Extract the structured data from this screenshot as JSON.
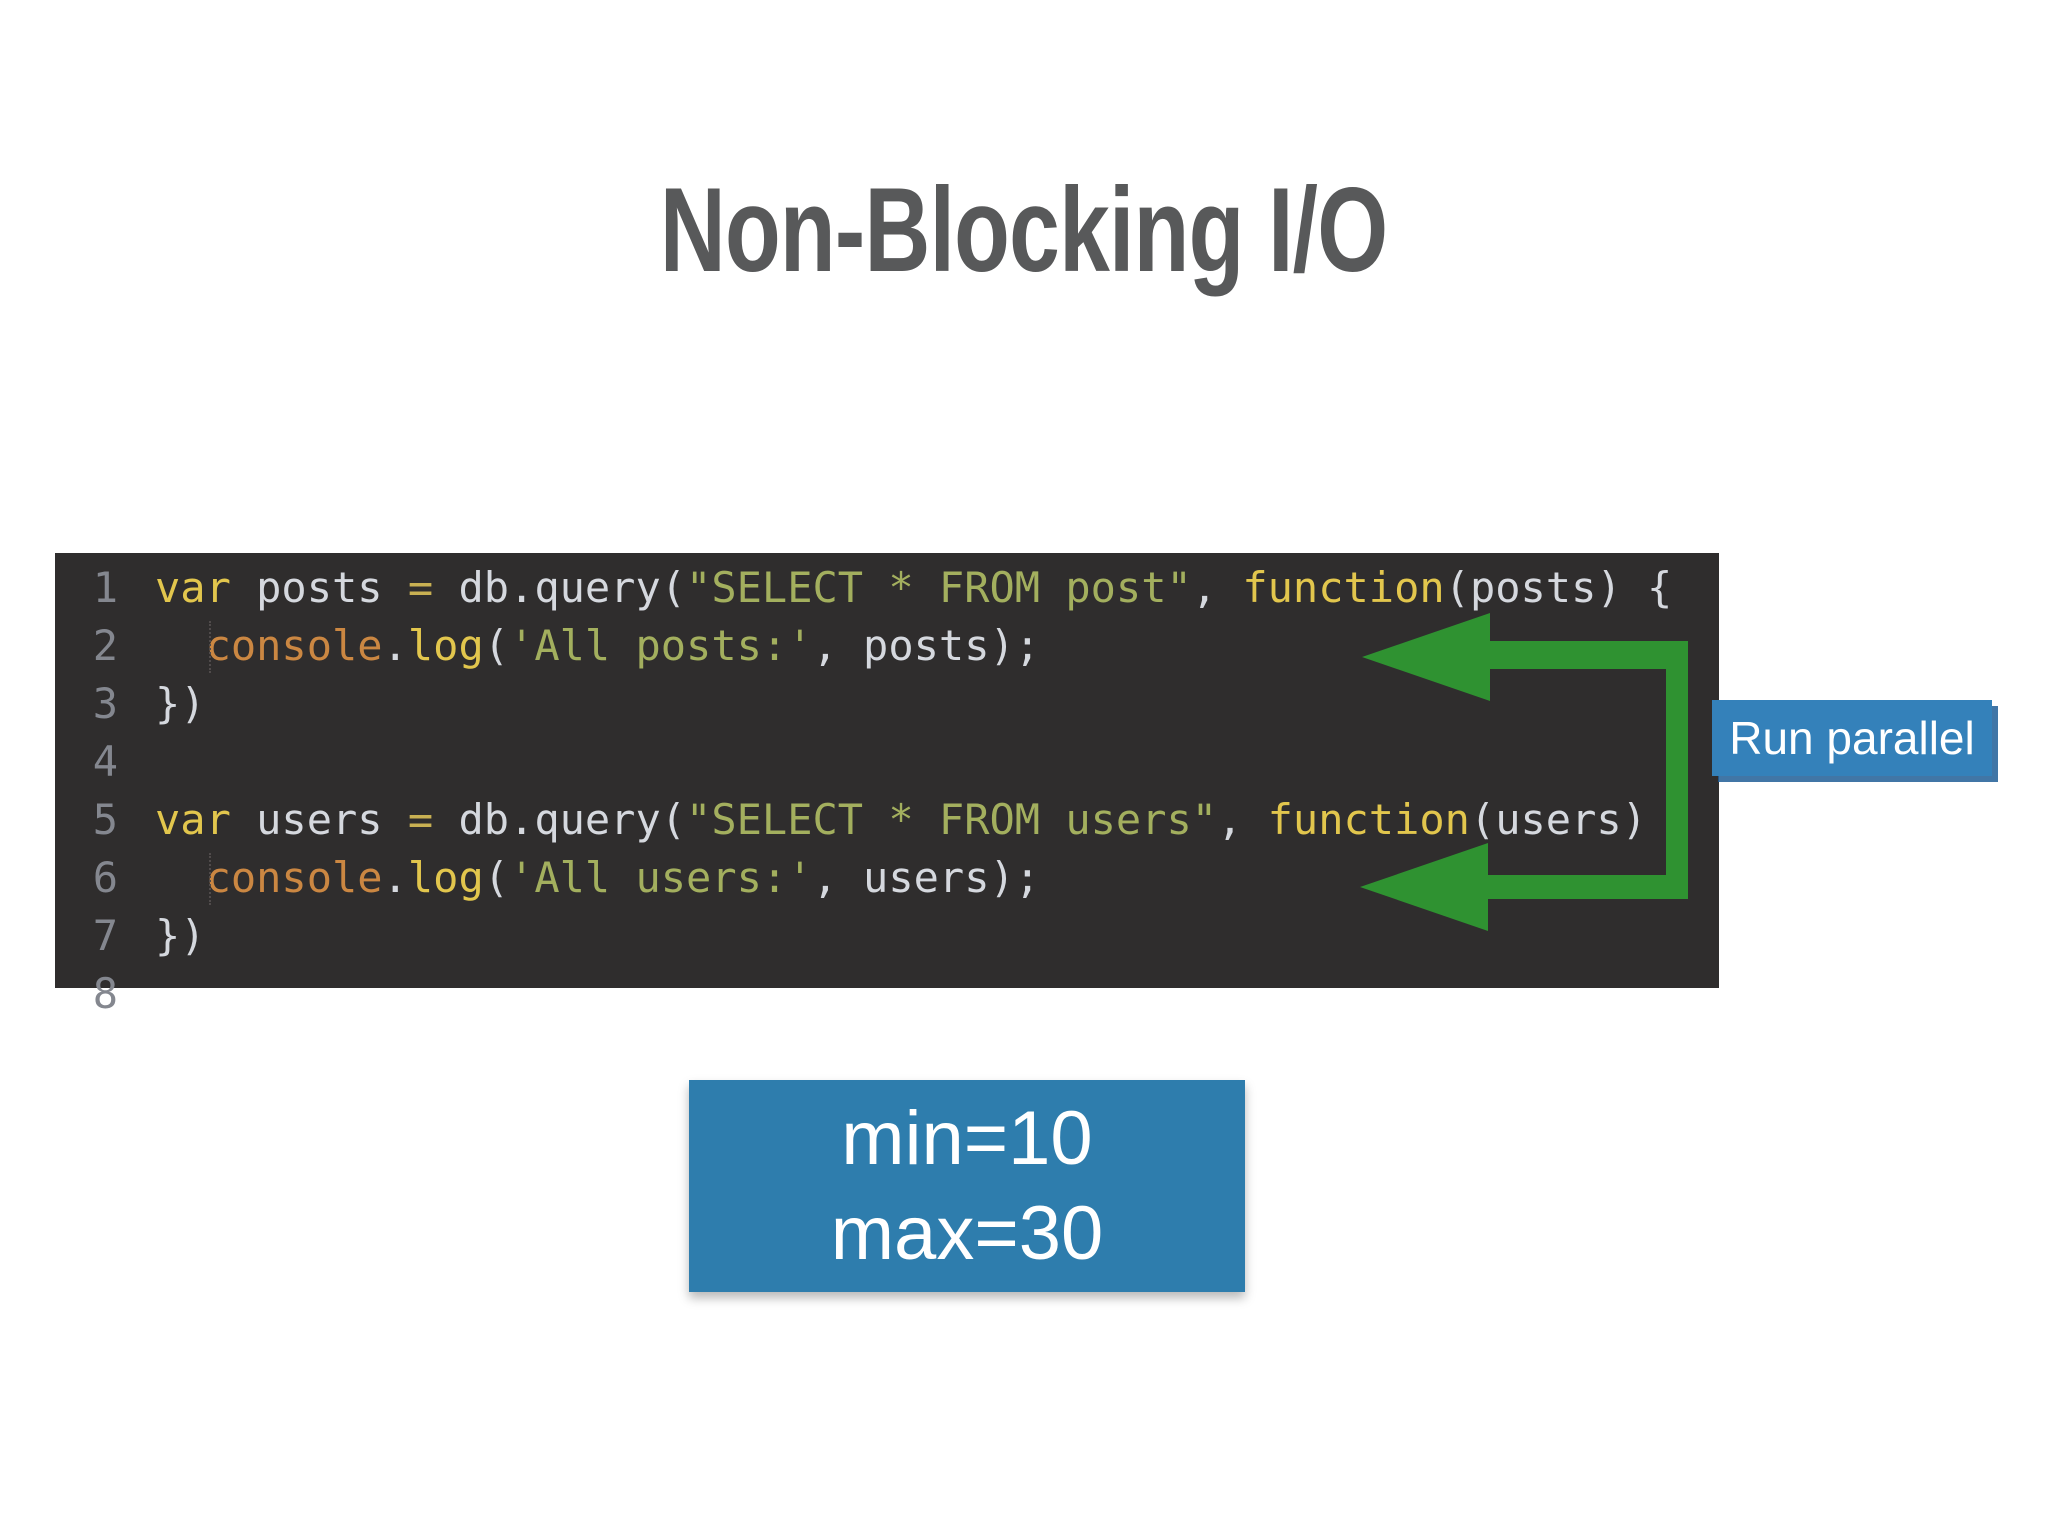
{
  "title": "Non-Blocking I/O",
  "annotations": {
    "run_parallel": "Run parallel",
    "minmax_line1": "min=10",
    "minmax_line2": "max=30"
  },
  "colors": {
    "title": "#58595a",
    "codebg": "#2f2d2d",
    "gutter": "#84878f",
    "kw": "#e2c64d",
    "id": "#d5d8de",
    "op": "#c8b052",
    "str": "#a3af5e",
    "obj": "#cb8742",
    "green": "#2f9231",
    "blue_label": "#3481ba",
    "blue_box": "#2e7dad"
  },
  "code": {
    "lines": [
      {
        "num": "1",
        "tokens": [
          {
            "t": "var",
            "c": "kw"
          },
          {
            "t": " posts ",
            "c": "id"
          },
          {
            "t": "=",
            "c": "op"
          },
          {
            "t": " db.query(",
            "c": "id"
          },
          {
            "t": "\"SELECT * FROM post\"",
            "c": "str"
          },
          {
            "t": ", ",
            "c": "id"
          },
          {
            "t": "function",
            "c": "kw"
          },
          {
            "t": "(posts) {",
            "c": "id"
          }
        ]
      },
      {
        "num": "2",
        "tokens": [
          {
            "t": "  ",
            "c": "id"
          },
          {
            "t": "console",
            "c": "obj"
          },
          {
            "t": ".",
            "c": "id"
          },
          {
            "t": "log",
            "c": "kw"
          },
          {
            "t": "(",
            "c": "id"
          },
          {
            "t": "'All posts:'",
            "c": "str"
          },
          {
            "t": ", posts);",
            "c": "id"
          }
        ]
      },
      {
        "num": "3",
        "tokens": [
          {
            "t": "})",
            "c": "id"
          }
        ]
      },
      {
        "num": "4",
        "tokens": []
      },
      {
        "num": "5",
        "tokens": [
          {
            "t": "var",
            "c": "kw"
          },
          {
            "t": " users ",
            "c": "id"
          },
          {
            "t": "=",
            "c": "op"
          },
          {
            "t": " db.query(",
            "c": "id"
          },
          {
            "t": "\"SELECT * FROM users\"",
            "c": "str"
          },
          {
            "t": ", ",
            "c": "id"
          },
          {
            "t": "function",
            "c": "kw"
          },
          {
            "t": "(users)",
            "c": "id"
          }
        ]
      },
      {
        "num": "6",
        "tokens": [
          {
            "t": "  ",
            "c": "id"
          },
          {
            "t": "console",
            "c": "obj"
          },
          {
            "t": ".",
            "c": "id"
          },
          {
            "t": "log",
            "c": "kw"
          },
          {
            "t": "(",
            "c": "id"
          },
          {
            "t": "'All users:'",
            "c": "str"
          },
          {
            "t": ", users);",
            "c": "id"
          }
        ]
      },
      {
        "num": "7",
        "tokens": [
          {
            "t": "})",
            "c": "id"
          }
        ]
      },
      {
        "num": "8",
        "tokens": []
      }
    ]
  }
}
